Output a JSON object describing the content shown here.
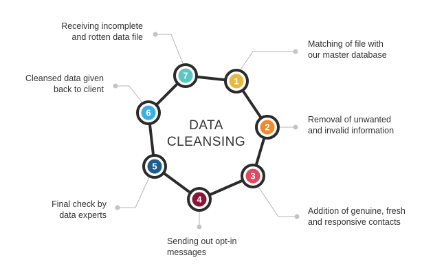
{
  "center": {
    "title_line1": "DATA",
    "title_line2": "CLEANSING"
  },
  "steps": [
    {
      "number": "1",
      "color": "#e8b93e",
      "label_lines": [
        "Matching of file with",
        "our master database"
      ]
    },
    {
      "number": "2",
      "color": "#ef8a2a",
      "label_lines": [
        "Removal of unwanted",
        "and invalid information"
      ]
    },
    {
      "number": "3",
      "color": "#e04a5c",
      "label_lines": [
        "Addition of genuine, fresh",
        "and responsive contacts"
      ]
    },
    {
      "number": "4",
      "color": "#8b1538",
      "label_lines": [
        "Sending out opt-in",
        "messages"
      ]
    },
    {
      "number": "5",
      "color": "#1f5c8b",
      "label_lines": [
        "Final check by",
        "data experts"
      ]
    },
    {
      "number": "6",
      "color": "#3ab0e6",
      "label_lines": [
        "Cleansed data given",
        "back to client"
      ]
    },
    {
      "number": "7",
      "color": "#5bc6c4",
      "label_lines": [
        "Receiving incomplete",
        "and rotten data file"
      ]
    }
  ]
}
